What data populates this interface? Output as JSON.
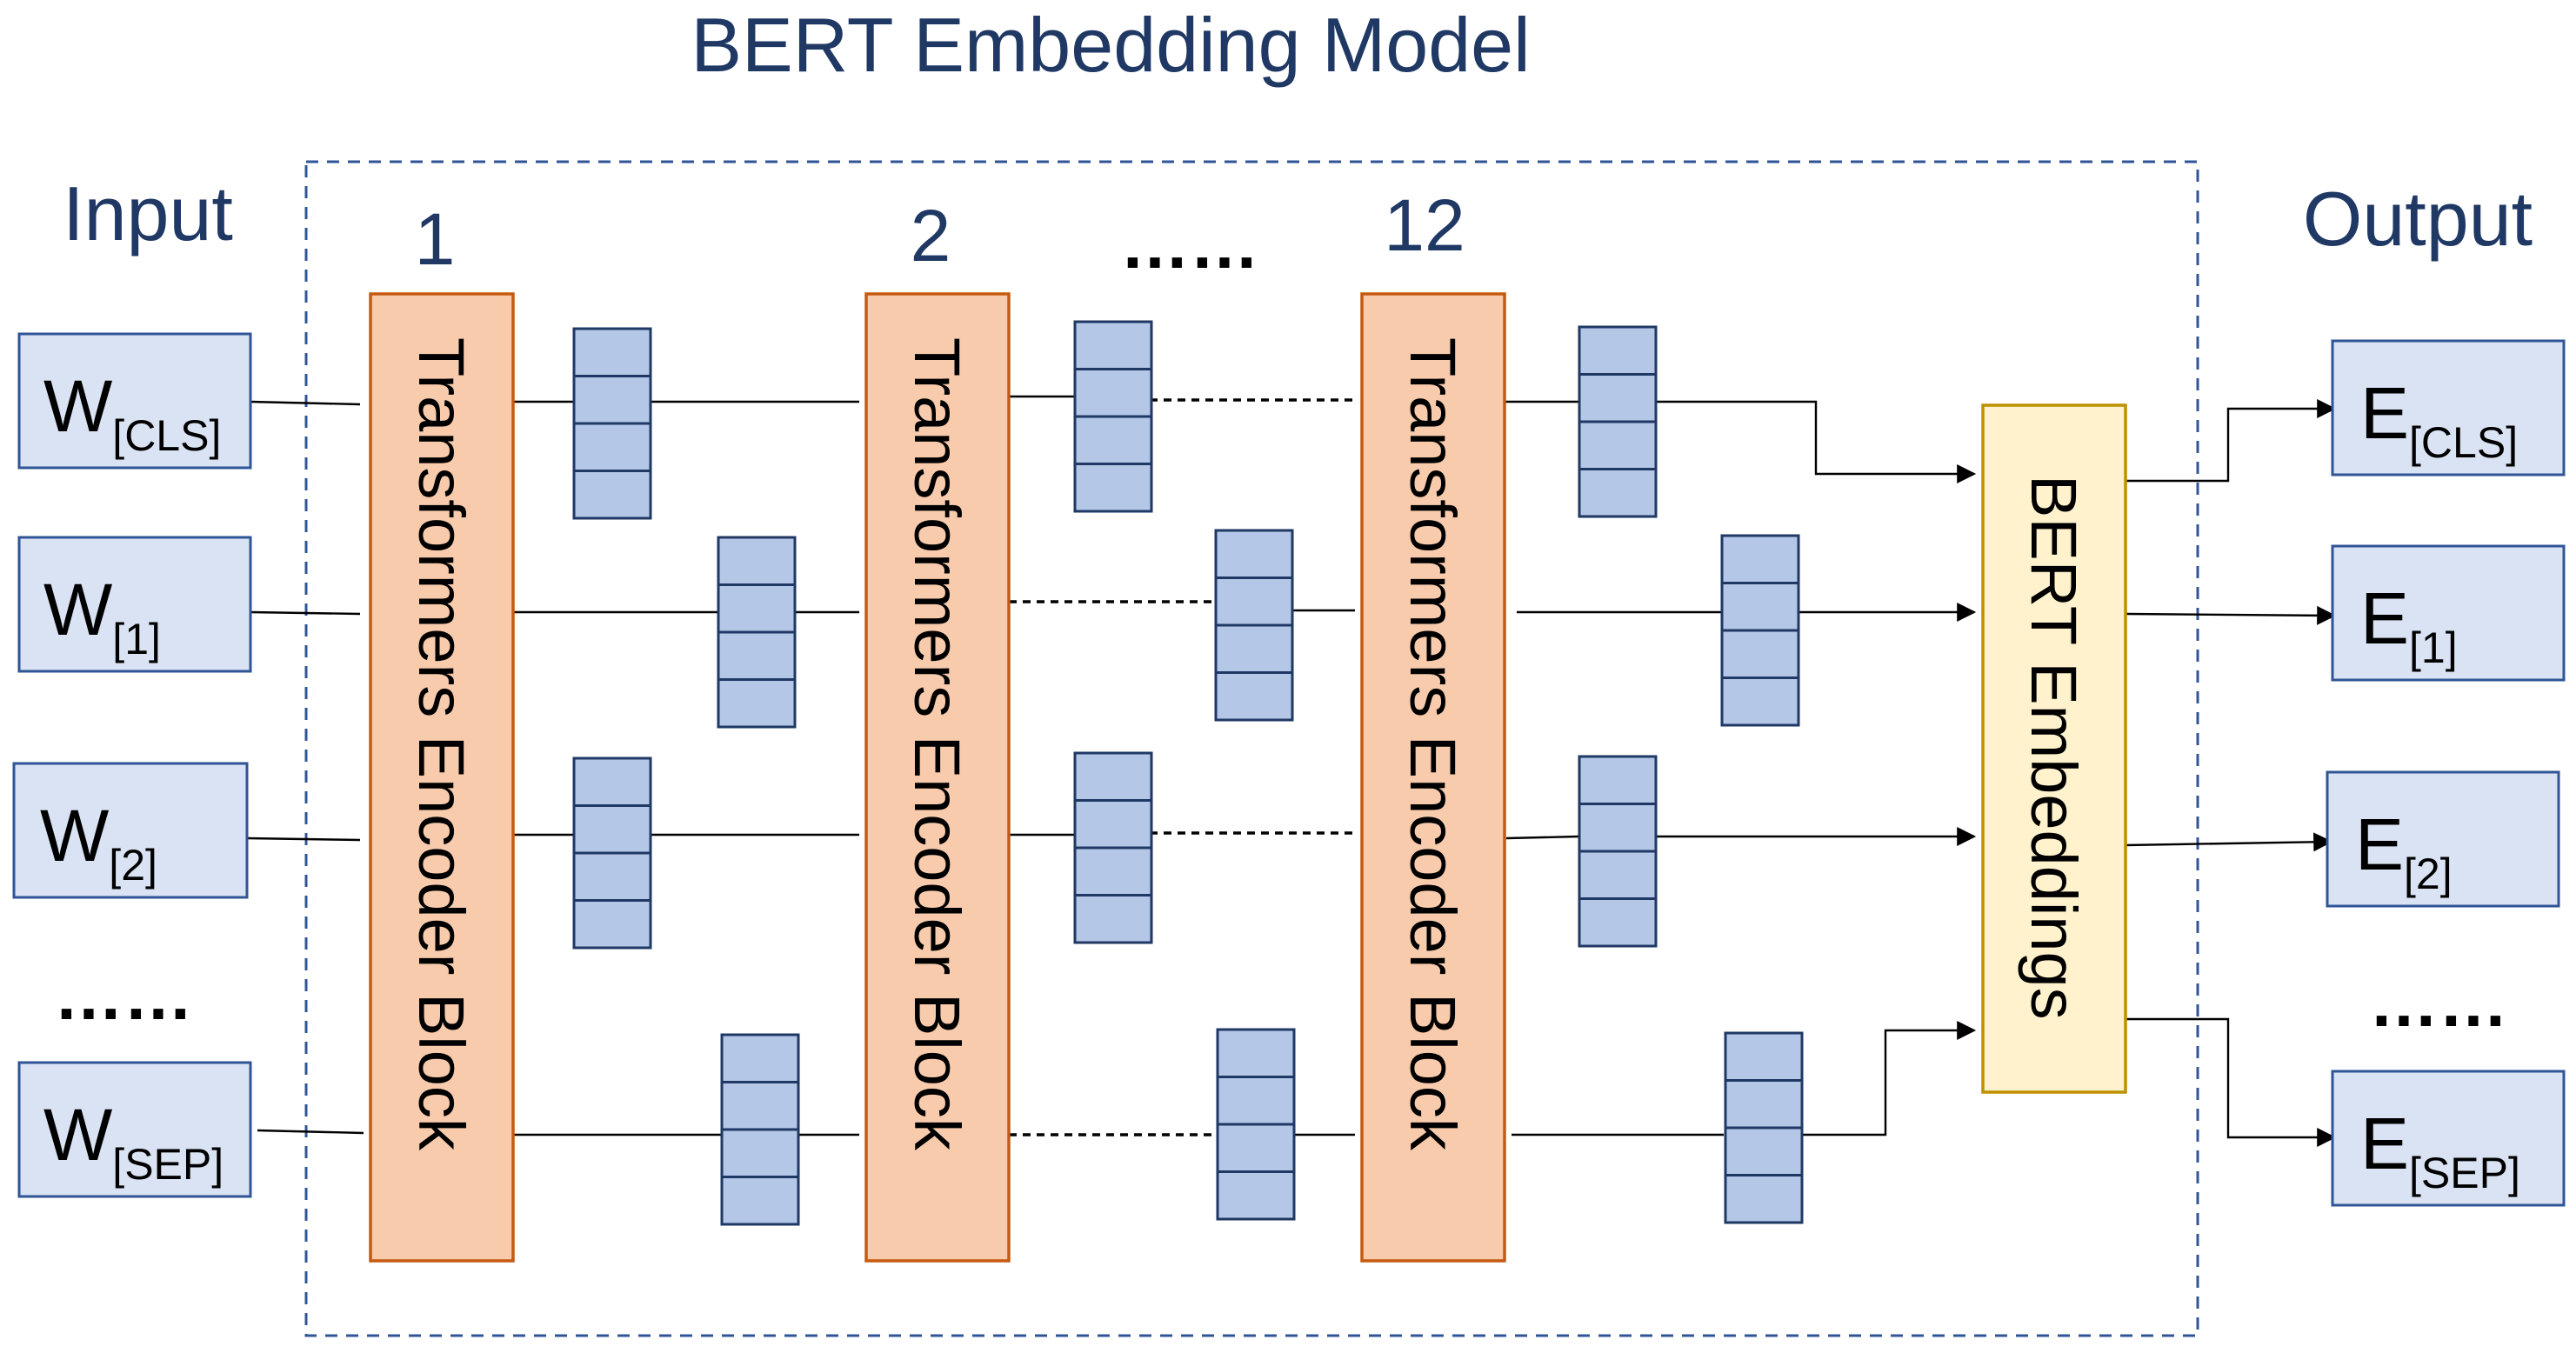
{
  "title": "BERT Embedding Model",
  "input_label": "Input",
  "output_label": "Output",
  "layer_numbers": [
    "1",
    "2",
    "12"
  ],
  "layer_ellipsis": "……",
  "encoder_block_label": "Transformers Encoder Block",
  "embeddings_label": "BERT Embeddings",
  "inputs": [
    {
      "main": "W",
      "sub": "[CLS]"
    },
    {
      "main": "W",
      "sub": "[1]"
    },
    {
      "main": "W",
      "sub": "[2]"
    },
    {
      "main": "W",
      "sub": "[SEP]"
    }
  ],
  "input_ellipsis": "……",
  "outputs": [
    {
      "main": "E",
      "sub": "[CLS]"
    },
    {
      "main": "E",
      "sub": "[1]"
    },
    {
      "main": "E",
      "sub": "[2]"
    },
    {
      "main": "E",
      "sub": "[SEP]"
    }
  ],
  "output_ellipsis": "……",
  "colors": {
    "title_text": "#1f3864",
    "token_box_fill": "#dae3f3",
    "token_box_border": "#2f5597",
    "encoder_fill": "#f8cbad",
    "encoder_border": "#c55a11",
    "embeddings_fill": "#fff2cc",
    "embeddings_border": "#bf9000",
    "vector_fill": "#b4c7e7",
    "frame_border": "#2f5597"
  }
}
